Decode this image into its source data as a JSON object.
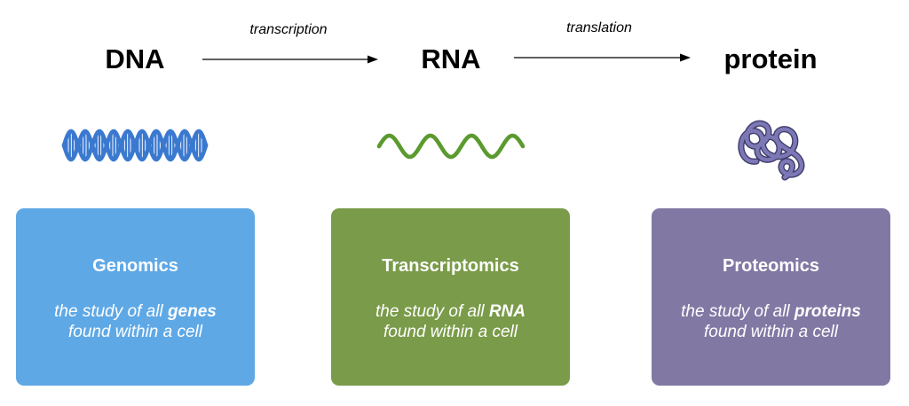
{
  "colors": {
    "genomics_card": "#5ea8e6",
    "transcriptomics_card": "#7a9b49",
    "proteomics_card": "#8278a4",
    "dna_icon": "#3a79cf",
    "rna_icon": "#5b9a2e",
    "protein_icon": "#7c78b6"
  },
  "flow": {
    "dna": "DNA",
    "transcription": "transcription",
    "rna": "RNA",
    "translation": "translation",
    "protein": "protein"
  },
  "icons": {
    "dna": "dna-double-helix-icon",
    "rna": "rna-wave-icon",
    "protein": "protein-tangle-icon"
  },
  "cards": {
    "genomics": {
      "title": "Genomics",
      "desc_prefix": "the study of all ",
      "desc_emphasis": "genes",
      "desc_line2": "found within a cell"
    },
    "transcriptomics": {
      "title": "Transcriptomics",
      "desc_prefix": "the study of all ",
      "desc_emphasis": "RNA",
      "desc_line2": "found within a cell"
    },
    "proteomics": {
      "title": "Proteomics",
      "desc_prefix": "the study of all ",
      "desc_emphasis": "proteins",
      "desc_line2": "found within a cell"
    }
  }
}
